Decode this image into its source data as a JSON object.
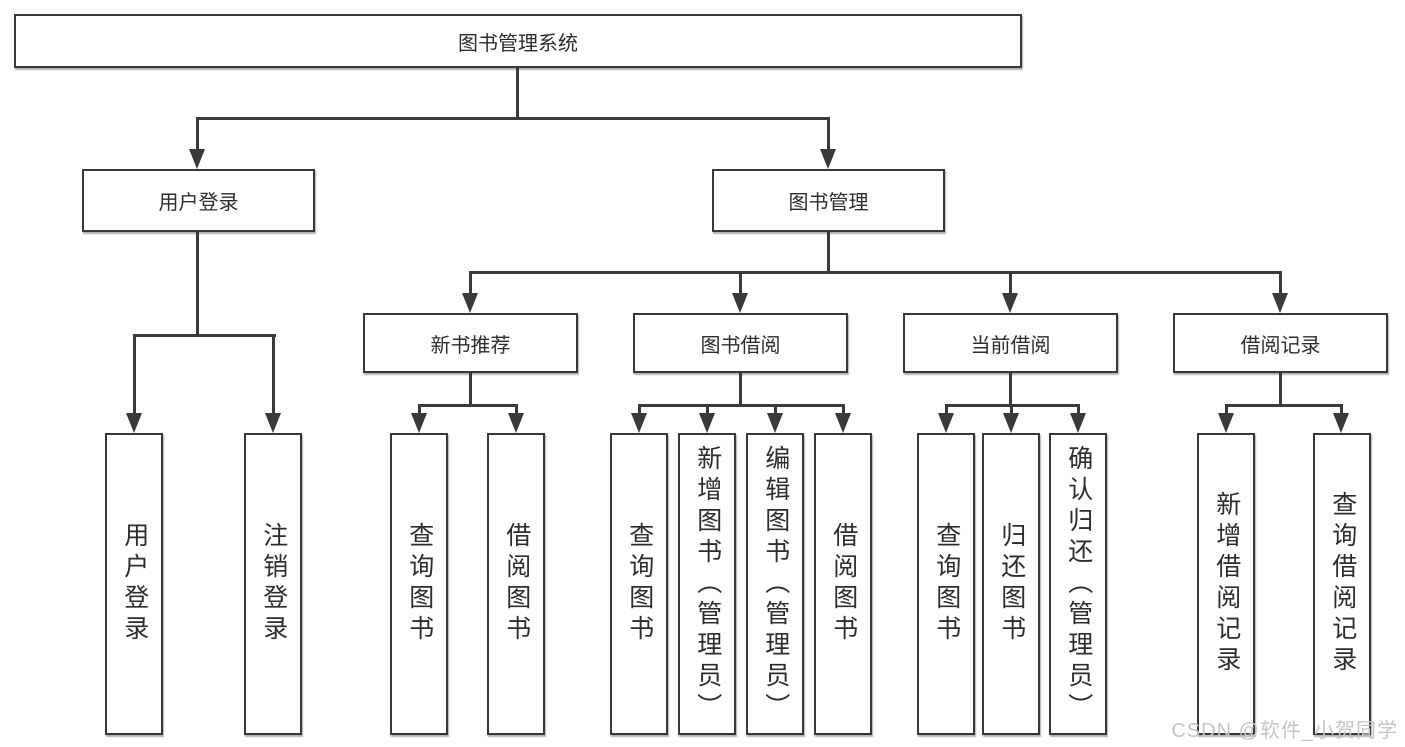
{
  "tree": {
    "root": {
      "label": "图书管理系统",
      "children": [
        {
          "label": "用户登录",
          "children": [
            {
              "label": "用户登录"
            },
            {
              "label": "注销登录"
            }
          ]
        },
        {
          "label": "图书管理",
          "children": [
            {
              "label": "新书推荐",
              "children": [
                {
                  "label": "查询图书"
                },
                {
                  "label": "借阅图书"
                }
              ]
            },
            {
              "label": "图书借阅",
              "children": [
                {
                  "label": "查询图书"
                },
                {
                  "label": "新增图书（管理员）"
                },
                {
                  "label": "编辑图书（管理员）"
                },
                {
                  "label": "借阅图书"
                }
              ]
            },
            {
              "label": "当前借阅",
              "children": [
                {
                  "label": "查询图书"
                },
                {
                  "label": "归还图书"
                },
                {
                  "label": "确认归还（管理员）"
                }
              ]
            },
            {
              "label": "借阅记录",
              "children": [
                {
                  "label": "新增借阅记录"
                },
                {
                  "label": "查询借阅记录"
                }
              ]
            }
          ]
        }
      ]
    }
  },
  "watermark": {
    "text": "CSDN @软件_小贺同学"
  },
  "colors": {
    "line": "#3a3a3a",
    "text": "#2d2d2d",
    "watermark": "#c9c5c5",
    "background": "#ffffff"
  }
}
